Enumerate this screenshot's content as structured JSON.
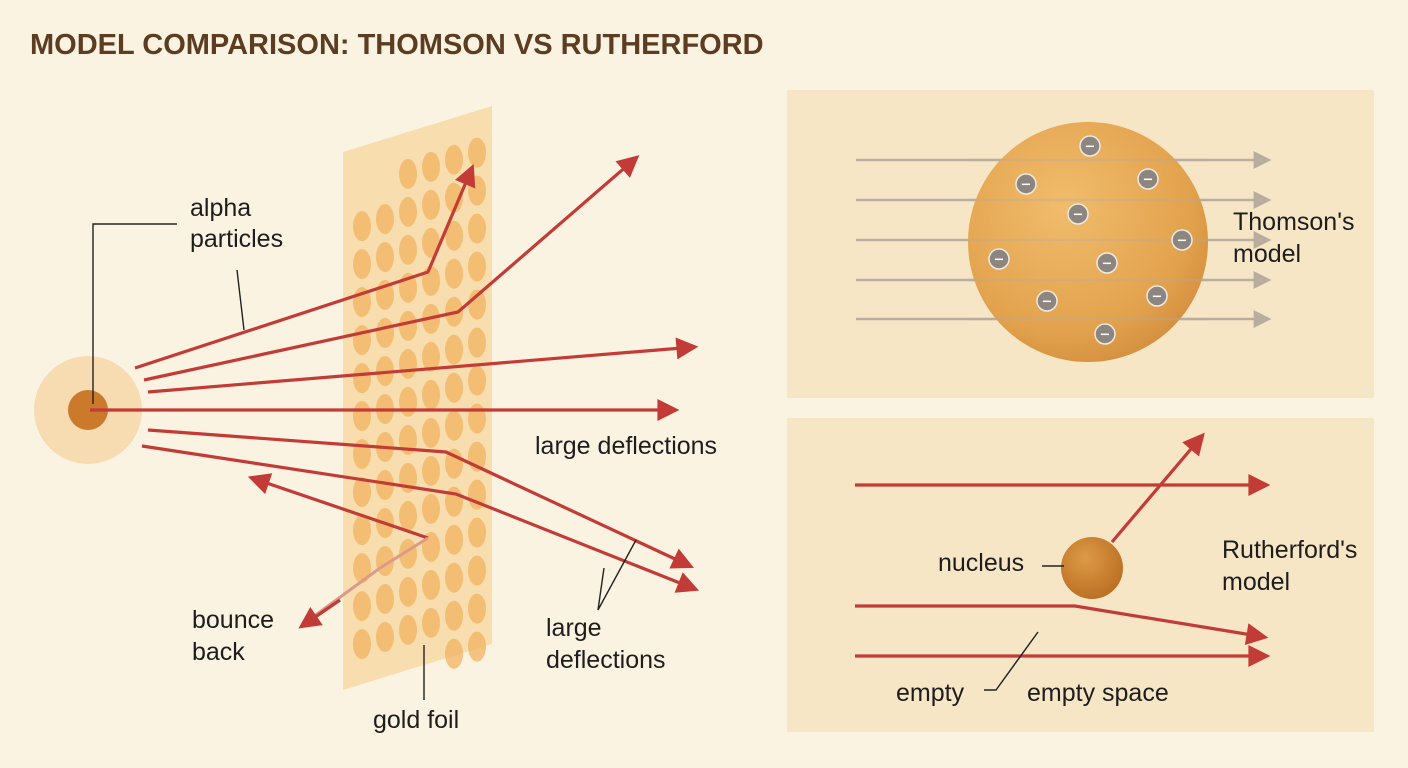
{
  "title": "MODEL COMPARISON: THOMSON VS RUTHERFORD",
  "labels": {
    "alpha_particles_line1": "alpha",
    "alpha_particles_line2": "particles",
    "large_deflections_top": "large deflections",
    "bounce_back_line1": "bounce",
    "bounce_back_line2": "back",
    "gold_foil": "gold foil",
    "large_deflections_bottom_line1": "large",
    "large_deflections_bottom_line2": "deflections",
    "thomson_model_line1": "Thomson's",
    "thomson_model_line2": "model",
    "rutherford_model_line1": "Rutherford's",
    "rutherford_model_line2": "model",
    "nucleus": "nucleus",
    "empty": "empty",
    "empty_space": "empty space"
  },
  "electron_symbol": "−",
  "colors": {
    "background": "#fbf3e2",
    "panel": "#f7e6c6",
    "ray_red": "#c23b36",
    "ray_grey": "#b9ada0",
    "foil": "#f8dcab",
    "foil_atom": "#f2b35f",
    "thomson_sphere": "#e4a04a",
    "electron": "#8c8580",
    "nucleus": "#c97825",
    "title": "#5c3d22"
  }
}
